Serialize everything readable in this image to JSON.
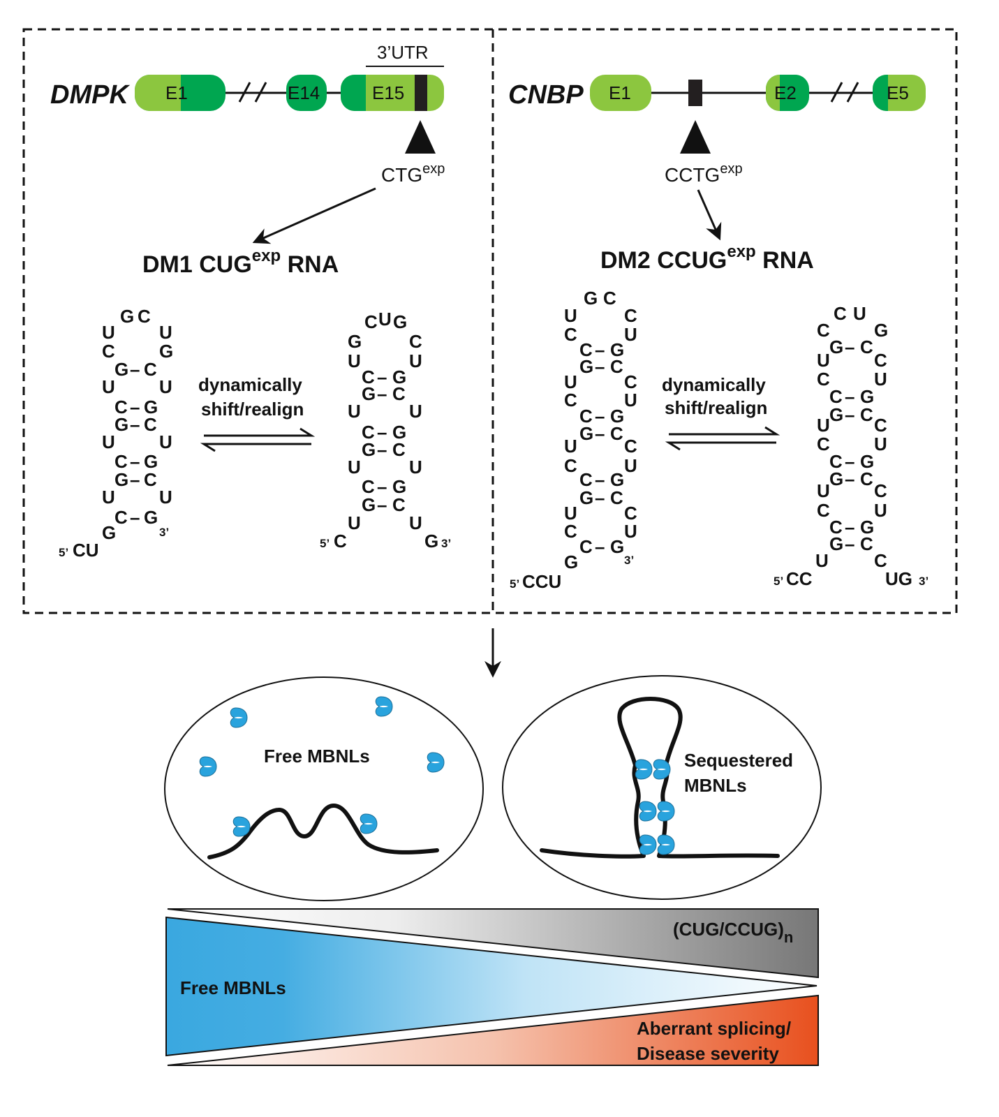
{
  "panel_dm1": {
    "gene": "DMPK",
    "exons": [
      "E1",
      "E14",
      "E15"
    ],
    "utr_label": "3’UTR",
    "repeat_base": "CTG",
    "repeat_sup": "exp",
    "rna_title_base": "DM1 CUG",
    "rna_title_sup": "exp",
    "rna_title_tail": " RNA",
    "shift_label_1": "dynamically",
    "shift_label_2": "shift/realign"
  },
  "panel_dm2": {
    "gene": "CNBP",
    "exons": [
      "E1",
      "E2",
      "E5"
    ],
    "repeat_base": "CCTG",
    "repeat_sup": "exp",
    "rna_title_base": "DM2 CCUG",
    "rna_title_sup": "exp",
    "rna_title_tail": " RNA",
    "shift_label_1": "dynamically",
    "shift_label_2": "shift/realign"
  },
  "hairpin_primes": {
    "five": "5’",
    "three": "3’"
  },
  "hairpin_ends": {
    "dm1_left_5": "CU",
    "dm1_right_5": "C",
    "dm1_right_3": "G",
    "dm2_left_5": "CCU",
    "dm2_right_5": "CC",
    "dm2_right_3": "UG"
  },
  "cells": {
    "free_label": "Free MBNLs",
    "sequestered_label_1": "Sequestered",
    "sequestered_label_2": "MBNLs"
  },
  "gradient": {
    "repeat_label_base": "(CUG/CCUG)",
    "repeat_label_sub": "n",
    "free_label": "Free MBNLs",
    "splicing_label_1": "Aberrant splicing/",
    "splicing_label_2": "Disease severity"
  },
  "colors": {
    "exon_light": "#8cc63f",
    "exon_dark": "#00a650",
    "mbnl_blue": "#29a3dd",
    "free_gradient_start": "#3aa8e0",
    "severity_gradient_end": "#e8501e",
    "repeat_gradient_end": "#777777"
  }
}
